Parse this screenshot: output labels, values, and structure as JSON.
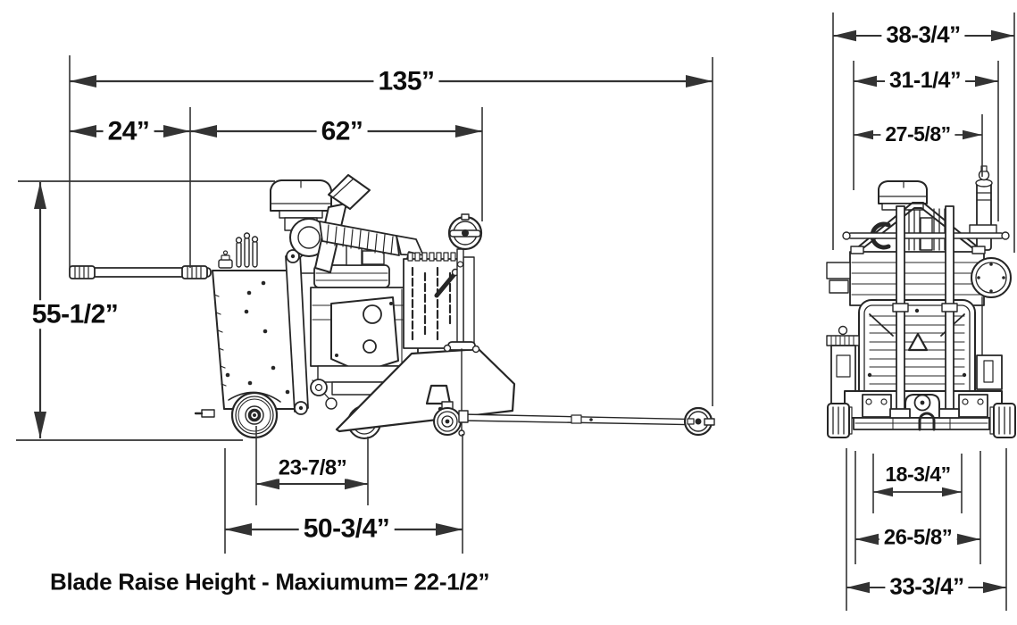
{
  "page": {
    "background": "#ffffff",
    "line_color": "#333333",
    "art_color": "#262626",
    "text_color": "#0d0d0d"
  },
  "side_view": {
    "dims": [
      {
        "id": "overall-length",
        "label": "135”"
      },
      {
        "id": "handle-length",
        "label": "24”"
      },
      {
        "id": "body-length",
        "label": "62”"
      },
      {
        "id": "overall-height",
        "label": "55-1/2”"
      },
      {
        "id": "wheelbase",
        "label": "23-7/8”"
      },
      {
        "id": "base-length",
        "label": "50-3/4”"
      }
    ]
  },
  "rear_view": {
    "dims": [
      {
        "id": "overall-width",
        "label": "38-3/4”"
      },
      {
        "id": "upper-width",
        "label": "31-1/4”"
      },
      {
        "id": "inner-width",
        "label": "27-5/8”"
      },
      {
        "id": "track-inner-width",
        "label": "18-3/4”"
      },
      {
        "id": "track-mid-width",
        "label": "26-5/8”"
      },
      {
        "id": "track-outer-width",
        "label": "33-3/4”"
      }
    ]
  },
  "note": {
    "text": "Blade Raise Height - Maxiumum= 22-1/2”"
  }
}
